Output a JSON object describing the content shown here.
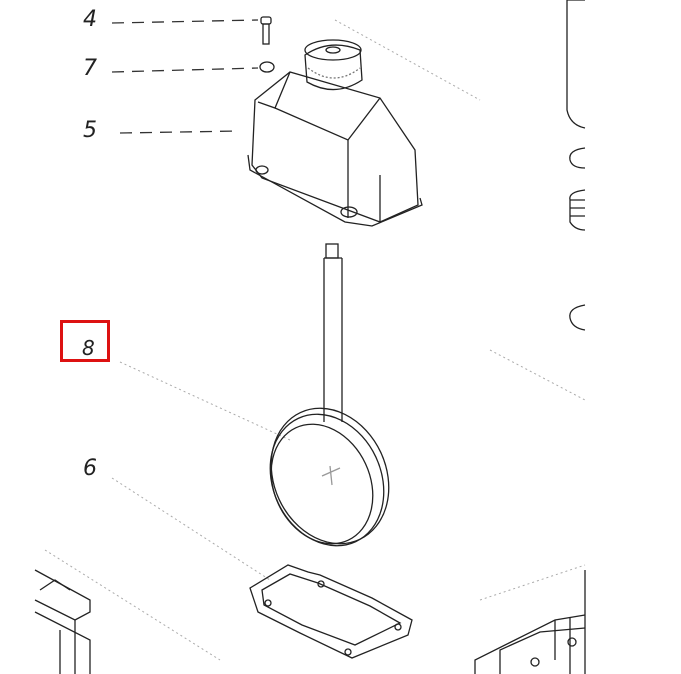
{
  "diagram": {
    "callouts": [
      {
        "id": "4",
        "label": "4",
        "part": "bolt"
      },
      {
        "id": "7",
        "label": "7",
        "part": "washer"
      },
      {
        "id": "5",
        "label": "5",
        "part": "housing-cover"
      },
      {
        "id": "8",
        "label": "8",
        "part": "float-rod",
        "highlighted": true
      },
      {
        "id": "6",
        "label": "6",
        "part": "gasket"
      }
    ],
    "highlight_color": "#dd1111"
  }
}
